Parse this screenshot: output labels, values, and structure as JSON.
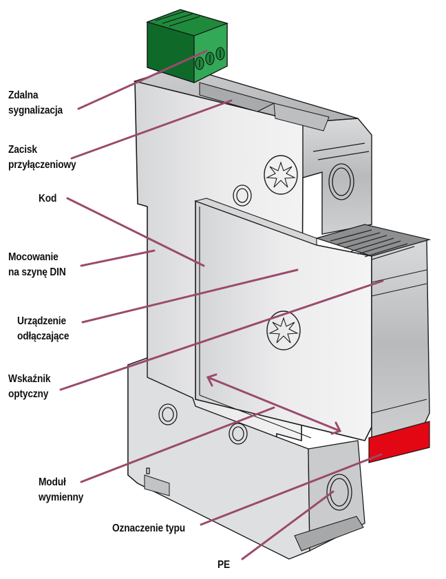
{
  "diagram": {
    "subject": "Surge protection device (DIN rail module) with callouts",
    "colors": {
      "leader_line": "#9b4a6c",
      "housing": "#e4e5e7",
      "housing_shadow": "#c9cacc",
      "outline": "#1a1a1a",
      "terminal_green": "#1f8a3c",
      "terminal_green_dark": "#0f6a2a",
      "terminal_green_light": "#33a856",
      "indicator_red": "#e30613",
      "grill_dark": "#6e6f71"
    },
    "callouts": [
      {
        "id": "remote-signaling",
        "lines": [
          "Zdalna",
          "sygnalizacja"
        ]
      },
      {
        "id": "connection-terminal",
        "lines": [
          "Zacisk",
          "przyłączeniowy"
        ]
      },
      {
        "id": "code",
        "lines": [
          "Kod"
        ]
      },
      {
        "id": "din-rail-mount",
        "lines": [
          "Mocowanie",
          "na szynę DIN"
        ]
      },
      {
        "id": "disconnector",
        "lines": [
          "Urządzenie",
          "odłączające"
        ]
      },
      {
        "id": "optical-indicator",
        "lines": [
          "Wskaźnik",
          "optyczny"
        ]
      },
      {
        "id": "replaceable-module",
        "lines": [
          "Moduł",
          "wymienny"
        ]
      },
      {
        "id": "type-marking",
        "lines": [
          "Oznaczenie typu"
        ]
      },
      {
        "id": "pe",
        "lines": [
          "PE"
        ]
      }
    ]
  }
}
